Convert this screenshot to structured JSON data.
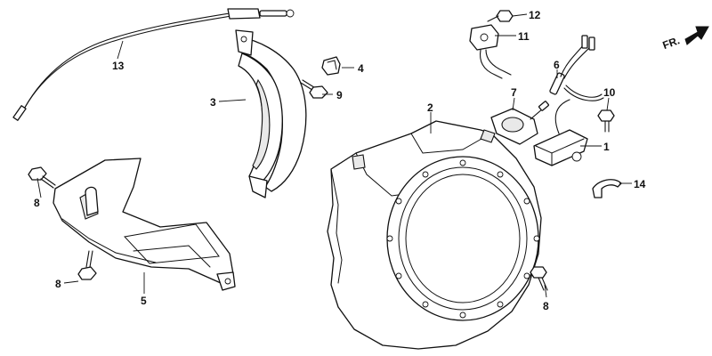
{
  "callouts": {
    "c1": "1",
    "c2": "2",
    "c3": "3",
    "c4": "4",
    "c5": "5",
    "c6": "6",
    "c7": "7",
    "c8a": "8",
    "c8b": "8",
    "c8c": "8",
    "c9": "9",
    "c10": "10",
    "c11": "11",
    "c12": "12",
    "c13": "13",
    "c14": "14"
  },
  "direction": {
    "label": "FR."
  }
}
